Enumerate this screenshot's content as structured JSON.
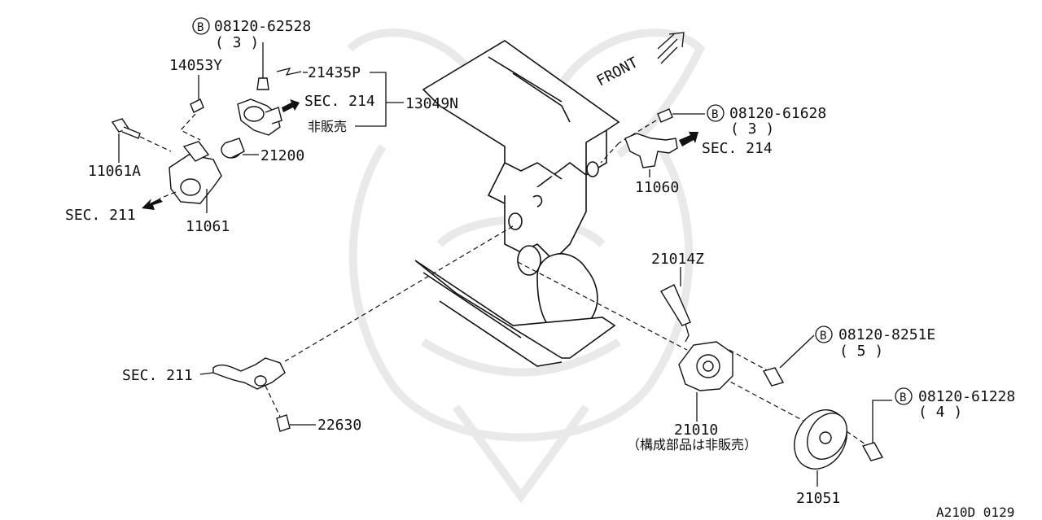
{
  "labels": {
    "b_62528": "08120-62528",
    "b_62528_qty": "( 3 )",
    "p_14053Y": "14053Y",
    "p_21435P": "21435P",
    "sec214_a": "SEC. 214",
    "p_13049N": "13049N",
    "not_sold": "非販売",
    "p_11061A": "11061A",
    "p_21200": "21200",
    "sec211_a": "SEC. 211",
    "p_11061": "11061",
    "front": "FRONT",
    "b_61628": "08120-61628",
    "b_61628_qty": "( 3 )",
    "sec214_b": "SEC. 214",
    "p_11060": "11060",
    "p_21014Z": "21014Z",
    "b_8251E": "08120-8251E",
    "b_8251E_qty": "( 5 )",
    "b_61228": "08120-61228",
    "b_61228_qty": "( 4 )",
    "sec211_b": "SEC. 211",
    "p_22630": "22630",
    "p_21010": "21010",
    "p_21010_note": "（構成部品は非販売）",
    "p_21051": "21051",
    "diagram_code": "A210D 0129",
    "bolt_mark": "B"
  }
}
